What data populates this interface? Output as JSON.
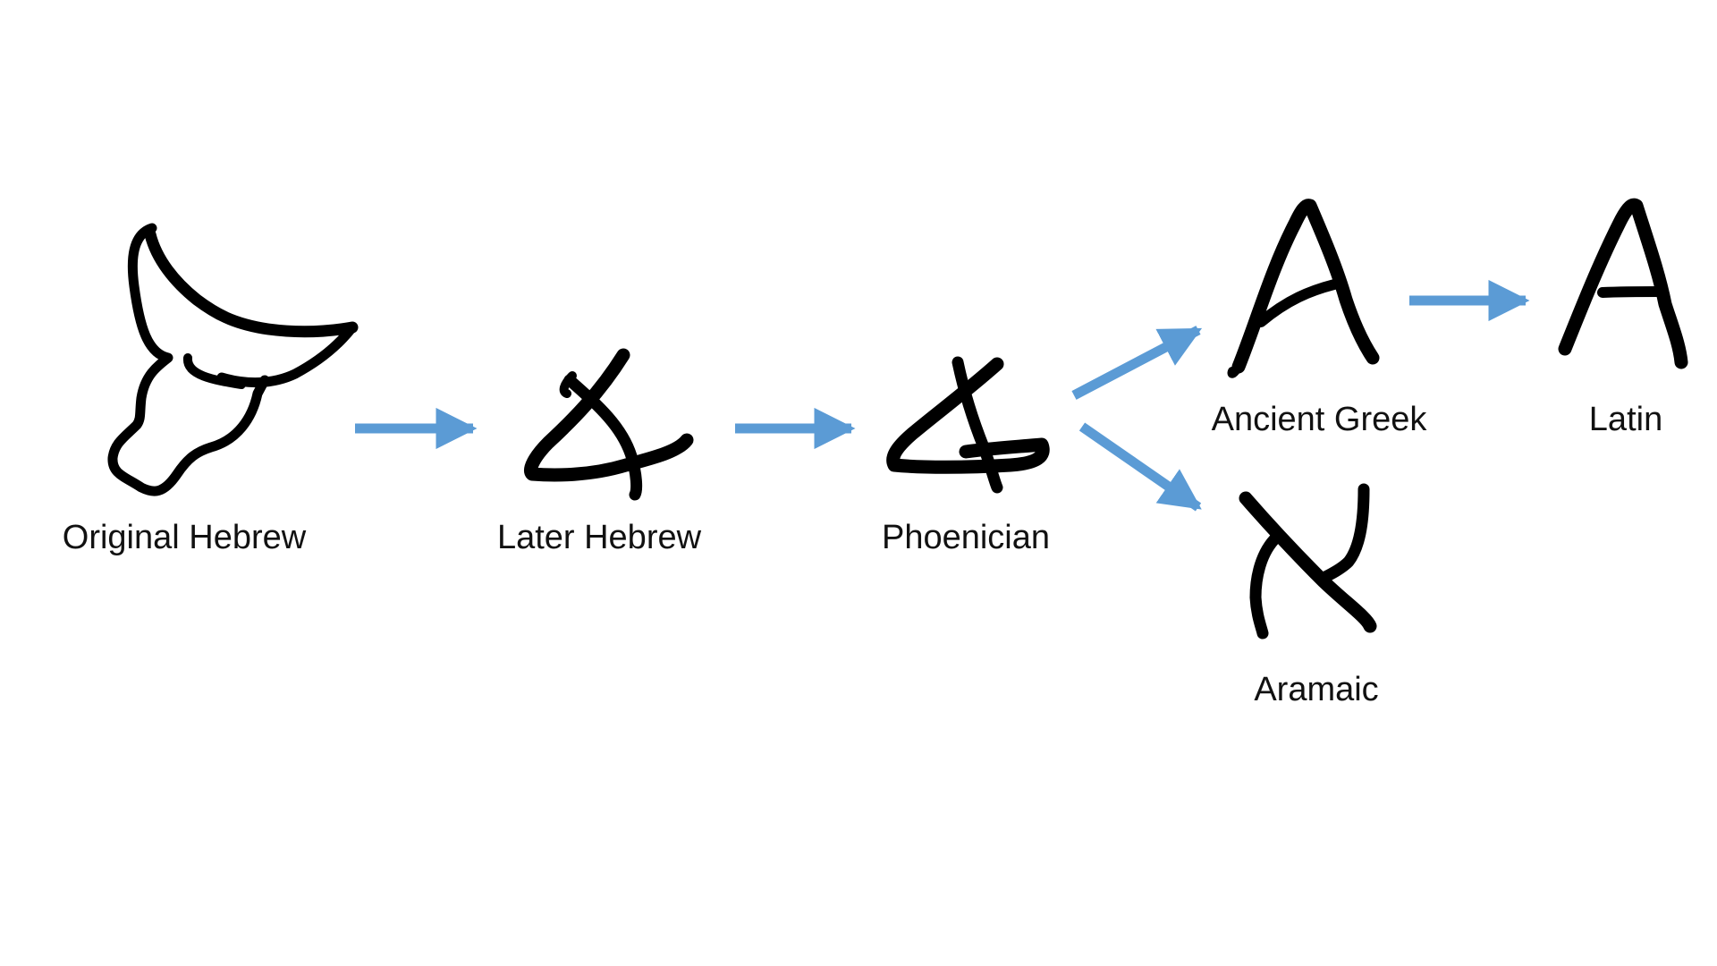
{
  "diagram": {
    "stages": [
      {
        "id": "original-hebrew",
        "label": "Original Hebrew"
      },
      {
        "id": "later-hebrew",
        "label": "Later Hebrew"
      },
      {
        "id": "phoenician",
        "label": "Phoenician"
      },
      {
        "id": "ancient-greek",
        "label": "Ancient Greek"
      },
      {
        "id": "latin",
        "label": "Latin"
      },
      {
        "id": "aramaic",
        "label": "Aramaic"
      }
    ],
    "edges": [
      {
        "from": "original-hebrew",
        "to": "later-hebrew"
      },
      {
        "from": "later-hebrew",
        "to": "phoenician"
      },
      {
        "from": "phoenician",
        "to": "ancient-greek"
      },
      {
        "from": "phoenician",
        "to": "aramaic"
      },
      {
        "from": "ancient-greek",
        "to": "latin"
      }
    ],
    "colors": {
      "arrow": "#5B9BD5",
      "glyph": "#000000",
      "text": "#111111"
    }
  }
}
